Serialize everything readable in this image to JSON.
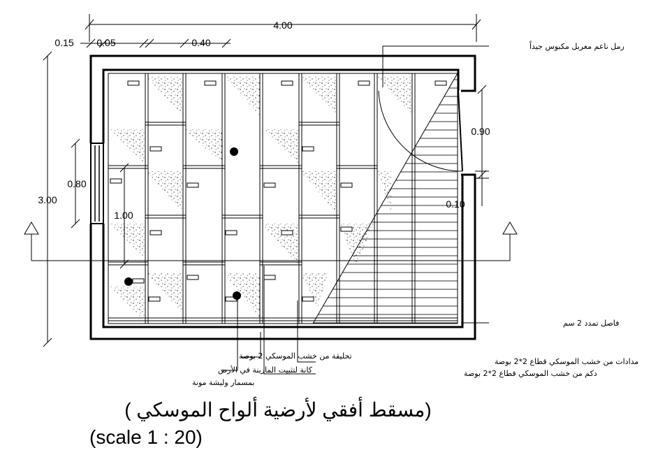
{
  "dimensions": {
    "overall_width": "4.00",
    "wall_outer": "0.15",
    "gap": "0.05",
    "spacing": "0.40",
    "overall_height": "3.00",
    "window_width": "0.80",
    "spacing_vertical": "1.00",
    "door_width": "0.90",
    "door_jamb": "0.10"
  },
  "notes": {
    "sand": "رمل ناعم مغربل مكبوس جيداً",
    "expansion_gap": "فاصل تمدد 2 سم",
    "collar": "تحليقة من خشب الموسكي 2 بوصة",
    "anchors_1": "كانة لتثبيت المارينة في الأرض",
    "anchors_2": "بمسمار وليشة مونة",
    "joists": "مدادات من خشب الموسكي قطاع 2*2 بوصة",
    "sleepers": "دكم من خشب الموسكي قطاع 2*2 بوصة"
  },
  "title": {
    "arabic": "(مسقط أفقي لأرضية ألواح الموسكي )",
    "scale": "(scale 1 : 20)"
  },
  "colors": {
    "line": "#000000",
    "background": "#ffffff"
  }
}
